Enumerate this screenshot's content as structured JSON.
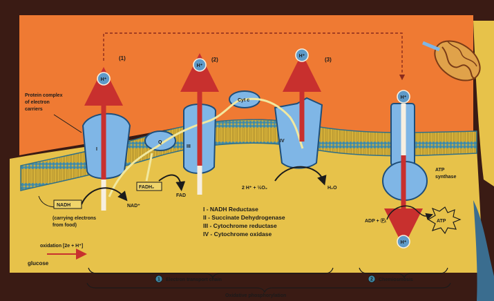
{
  "complex_numbers": {
    "c1": "(1)",
    "c2": "(2)",
    "c3": "(3)"
  },
  "proton": "H⁺",
  "labels": {
    "protein_complex": [
      "Protein complex",
      "of electron",
      "carriers"
    ],
    "complex_i": "I",
    "complex_iii": "III",
    "complex_iv": "IV",
    "q": "Q",
    "cyt_c": "Cyt c",
    "nadh": "NADH",
    "nad": "NAD⁺",
    "fadh2": "FADH₂",
    "fad": "FAD",
    "water_reactants": "2 H⁺ + ½O₂",
    "water": "H₂O",
    "carrying": [
      "(carrying electrons",
      "from food)"
    ],
    "oxidation": "oxidation [2e + H⁺]",
    "glucose": "glucose",
    "atp_synthase": [
      "ATP",
      "synthase"
    ],
    "adp": "ADP + Ⓟᵢ",
    "atp": "ATP"
  },
  "legend": [
    "I  -  NADH Reductase",
    "II  -  Succinate Dehydrogenase",
    "III  -  Cytochrome reductase",
    "IV  -  Cytochrome oxidase"
  ],
  "brackets": {
    "etc_num": "1",
    "etc": "Electron transport chain",
    "chem_num": "2",
    "chem": "Chemiosmosis",
    "oxphos": "Oxidative phosphorylation"
  },
  "colors": {
    "orange": "#ef7a33",
    "yellow": "#e7c24a",
    "membrane": "#3f8aa8",
    "protein": "#7fb6e6",
    "arrow_red": "#c8302e",
    "frame": "#3a1b14"
  }
}
